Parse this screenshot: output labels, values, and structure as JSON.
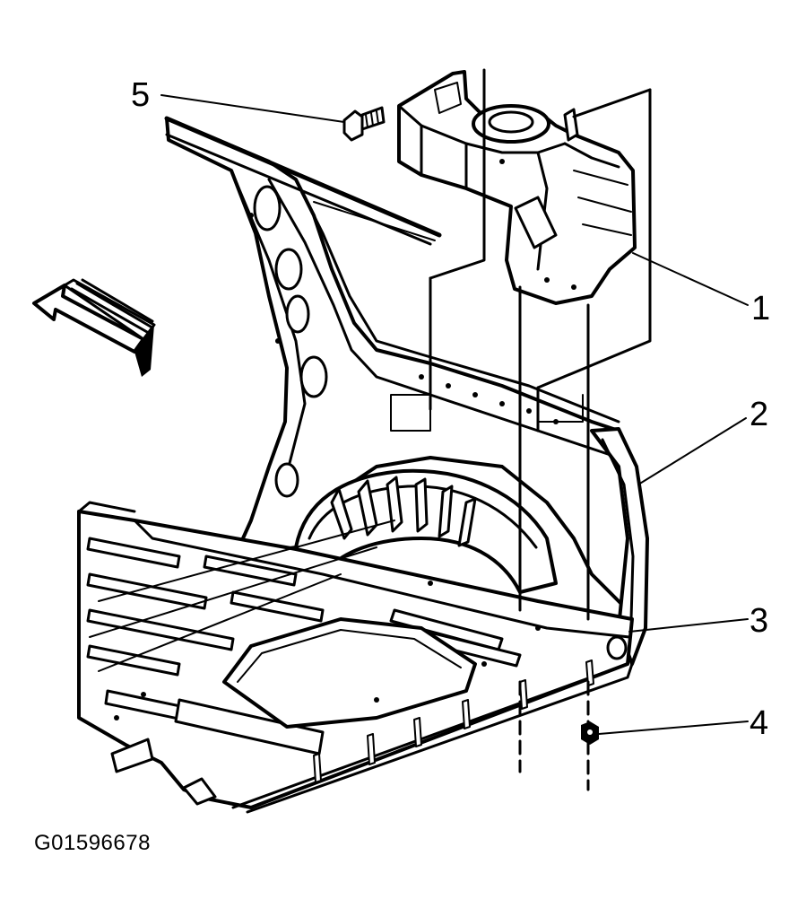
{
  "figure": {
    "id_label": "G01596678"
  },
  "callouts": [
    {
      "label": "1"
    },
    {
      "label": "2"
    },
    {
      "label": "3"
    },
    {
      "label": "4"
    },
    {
      "label": "5"
    }
  ],
  "colors": {
    "ink": "#000000",
    "background": "#ffffff"
  },
  "icons": {
    "direction_arrow": "forward-arrow-icon"
  }
}
